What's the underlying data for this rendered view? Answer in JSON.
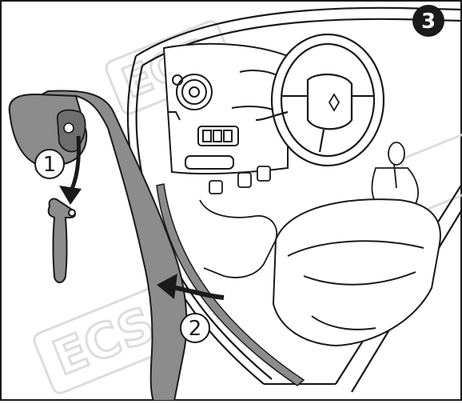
{
  "step_badge": {
    "label": "3",
    "fill": "#1a1a1a",
    "text_color": "#ffffff"
  },
  "callouts": [
    {
      "id": "callout-1",
      "label": "1"
    },
    {
      "id": "callout-2",
      "label": "2"
    }
  ],
  "dashboard_logo": "renault-diamond-icon",
  "colors": {
    "border": "#1a1a1a",
    "trim_fill": "#8c8c8c",
    "trim_dark": "#6e6e6e",
    "line": "#1a1a1a",
    "watermark": "#dadada"
  },
  "watermark_text": "ECS"
}
